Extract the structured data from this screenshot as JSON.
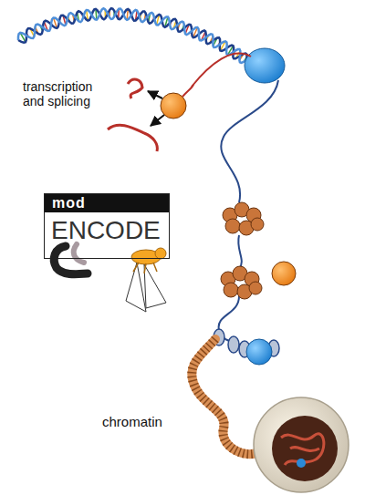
{
  "diagram": {
    "nodes": [
      {
        "text": [
          "mod",
          "ENCODE"
        ]
      }
    ],
    "labels": [
      "transcription and splicing",
      "chromatin"
    ]
  }
}
